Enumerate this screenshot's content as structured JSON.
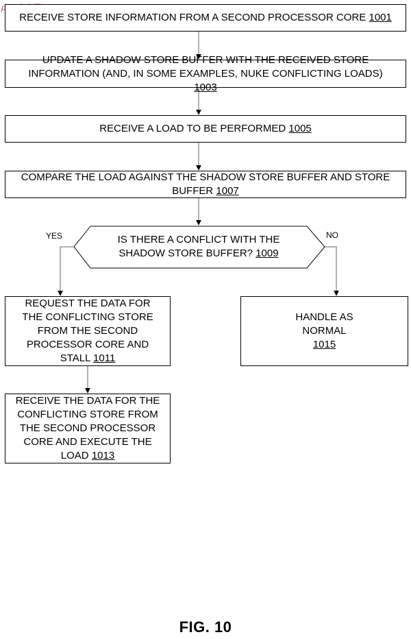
{
  "watermark": "php中文网",
  "steps": {
    "s1001": {
      "text": "RECEIVE STORE INFORMATION FROM A SECOND PROCESSOR CORE",
      "ref": "1001"
    },
    "s1003": {
      "text": "UPDATE A SHADOW STORE BUFFER WITH THE RECEIVED STORE INFORMATION (AND, IN SOME EXAMPLES, NUKE CONFLICTING LOADS)",
      "ref": "1003"
    },
    "s1005": {
      "text": "RECEIVE A LOAD TO BE PERFORMED",
      "ref": "1005"
    },
    "s1007": {
      "text": "COMPARE THE LOAD AGAINST THE SHADOW STORE BUFFER AND STORE BUFFER",
      "ref": "1007"
    },
    "s1009": {
      "text": "IS THERE A CONFLICT WITH THE SHADOW STORE BUFFER?",
      "ref": "1009"
    },
    "s1011": {
      "text": "REQUEST THE DATA FOR THE CONFLICTING STORE FROM THE SECOND PROCESSOR CORE AND STALL",
      "ref": "1011"
    },
    "s1013": {
      "text": "RECEIVE THE DATA FOR THE CONFLICTING STORE FROM THE SECOND PROCESSOR CORE AND EXECUTE THE LOAD",
      "ref": "1013"
    },
    "s1015": {
      "text": "HANDLE AS NORMAL",
      "ref": "1015"
    }
  },
  "edges": {
    "yes": "YES",
    "no": "NO"
  },
  "figure_label": "FIG. 10"
}
